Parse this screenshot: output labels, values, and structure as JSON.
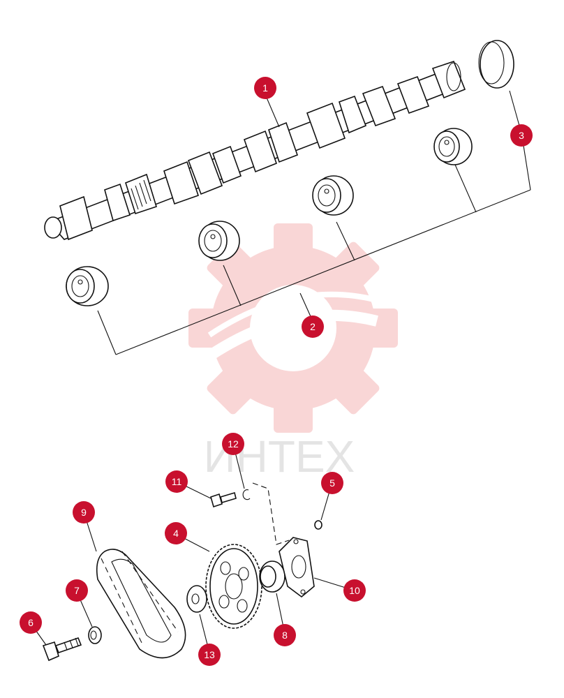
{
  "diagram": {
    "watermark": {
      "text": "ИНТЕХ",
      "icon": "gear-logo-icon",
      "color": "#f7c9c9"
    },
    "callout_color": "#c8102e",
    "callouts": [
      {
        "id": "1",
        "label": "1"
      },
      {
        "id": "2",
        "label": "2"
      },
      {
        "id": "3",
        "label": "3"
      },
      {
        "id": "4",
        "label": "4"
      },
      {
        "id": "5",
        "label": "5"
      },
      {
        "id": "6",
        "label": "6"
      },
      {
        "id": "7",
        "label": "7"
      },
      {
        "id": "8",
        "label": "8"
      },
      {
        "id": "9",
        "label": "9"
      },
      {
        "id": "10",
        "label": "10"
      },
      {
        "id": "11",
        "label": "11"
      },
      {
        "id": "12",
        "label": "12"
      },
      {
        "id": "13",
        "label": "13"
      }
    ],
    "parts": [
      {
        "callout": "1",
        "icon": "camshaft-icon"
      },
      {
        "callout": "2",
        "icon": "camshaft-bearing-icon"
      },
      {
        "callout": "3",
        "icon": "expansion-plug-icon"
      },
      {
        "callout": "4",
        "icon": "camshaft-sprocket-icon"
      },
      {
        "callout": "5",
        "icon": "small-ring-icon"
      },
      {
        "callout": "6",
        "icon": "bolt-icon"
      },
      {
        "callout": "7",
        "icon": "washer-icon"
      },
      {
        "callout": "8",
        "icon": "bushing-icon"
      },
      {
        "callout": "9",
        "icon": "timing-chain-icon"
      },
      {
        "callout": "10",
        "icon": "thrust-plate-icon"
      },
      {
        "callout": "11",
        "icon": "screw-icon"
      },
      {
        "callout": "12",
        "icon": "lock-washer-icon"
      },
      {
        "callout": "13",
        "icon": "spacer-icon"
      }
    ]
  }
}
